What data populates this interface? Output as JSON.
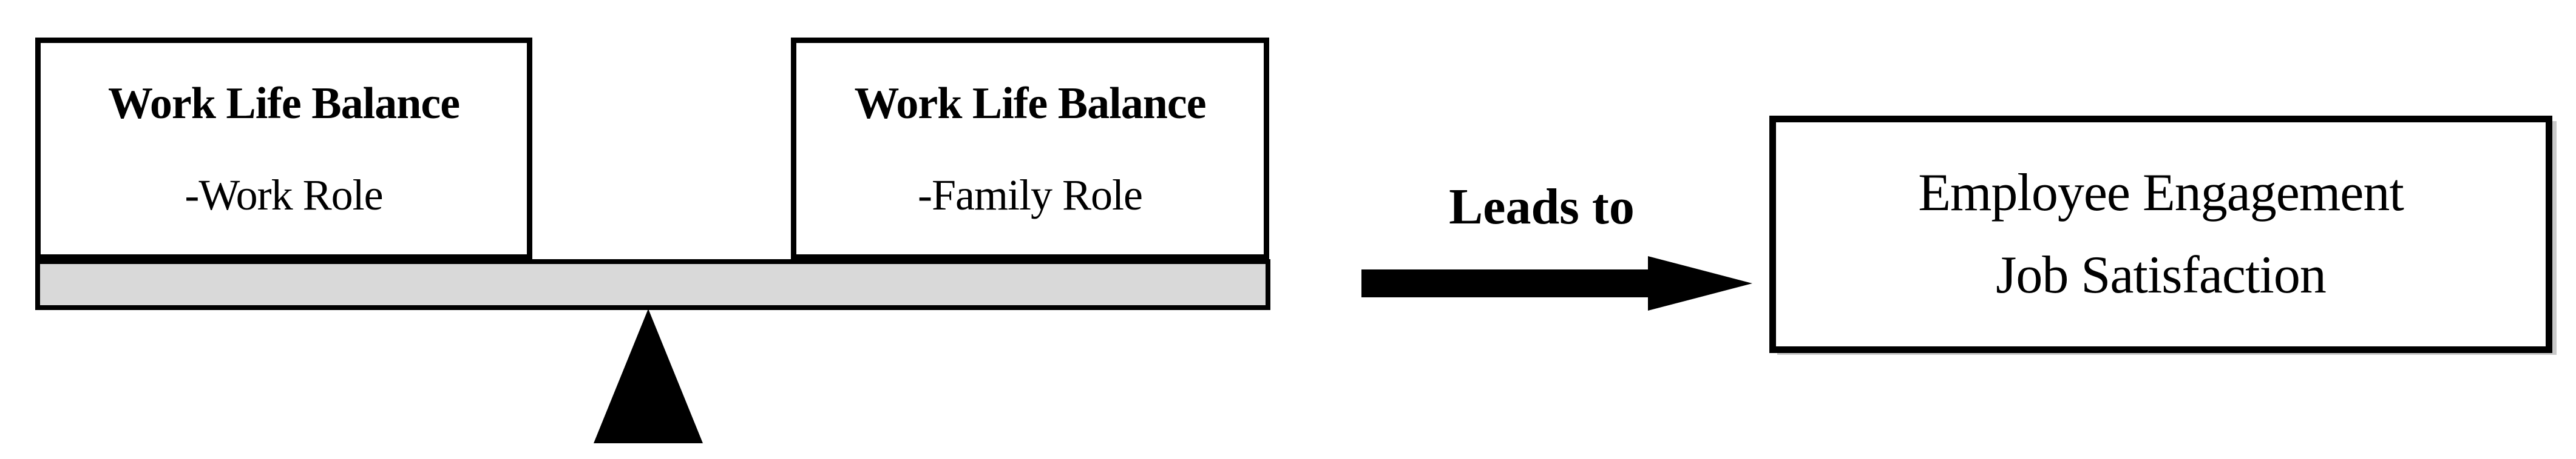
{
  "diagram": {
    "balance": {
      "work_box": {
        "title": "Work Life Balance",
        "subtitle": "-Work Role"
      },
      "family_box": {
        "title": "Work Life Balance",
        "subtitle": "-Family Role"
      }
    },
    "connector": {
      "label": "Leads to"
    },
    "outcome_box": {
      "line1": "Employee Engagement",
      "line2": "Job Satisfaction"
    },
    "icons": {
      "fulcrum": "triangle-up-icon",
      "arrow": "arrow-right-icon"
    },
    "colors": {
      "beam_fill": "#d9d9d9",
      "ink": "#000000",
      "box_bg": "#ffffff",
      "shadow": "#c9c9c9",
      "background": "#ffffff"
    }
  }
}
